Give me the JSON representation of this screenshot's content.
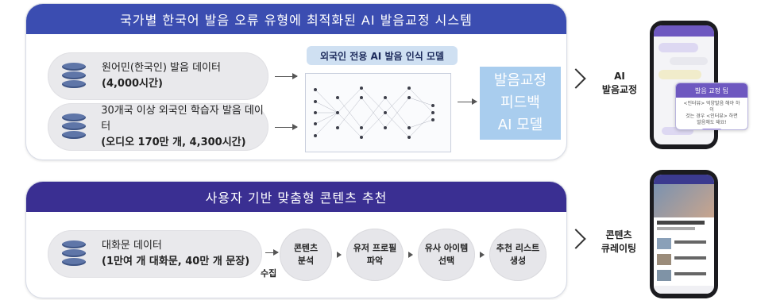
{
  "panel1": {
    "title": "국가별 한국어 발음 오류 유형에 최적화된 AI 발음교정 시스템",
    "source1": {
      "line1": "원어민(한국인) 발음 데이터",
      "line2": "(4,000시간)"
    },
    "source2": {
      "line1": "30개국 이상 외국인 학습자 발음 데이터",
      "line2": "(오디오 170만 개, 4,300시간)"
    },
    "model_tag": "외국인 전용 AI 발음 인식 모델",
    "feedback_model": {
      "line1": "발음교정",
      "line2": "피드백",
      "line3": "AI 모델"
    },
    "side_label": {
      "line1": "AI",
      "line2": "발음교정"
    },
    "popup_title": "발음 교정 팁",
    "popup_text": {
      "line1": "<인터뷰> 억양발음 해야 하 이",
      "line2": "것는 경우 <인터뷰> 하면",
      "line3": "발음해도 돼요!"
    }
  },
  "panel2": {
    "title": "사용자 기반 맞춤형 콘텐츠 추천",
    "source": {
      "line1": "대화문 데이터",
      "line2": "(1만여 개 대화문, 40만 개 문장)"
    },
    "collect_label": "수집",
    "steps": [
      {
        "line1": "콘텐츠",
        "line2": "분석"
      },
      {
        "line1": "유저 프로필",
        "line2": "파악"
      },
      {
        "line1": "유사 아이템",
        "line2": "선택"
      },
      {
        "line1": "추천 리스트",
        "line2": "생성"
      }
    ],
    "side_label": {
      "line1": "콘텐츠",
      "line2": "큐레이팅"
    }
  },
  "colors": {
    "title1": "#3b4db1",
    "title2": "#3a2f92",
    "feedback": "#a9cdee",
    "tag": "#cfe0f2",
    "pill": "#e9e9ec"
  },
  "icons": {
    "data_source": "database-icon",
    "flow": "arrow-right-icon",
    "next": "chevron-right-icon"
  }
}
